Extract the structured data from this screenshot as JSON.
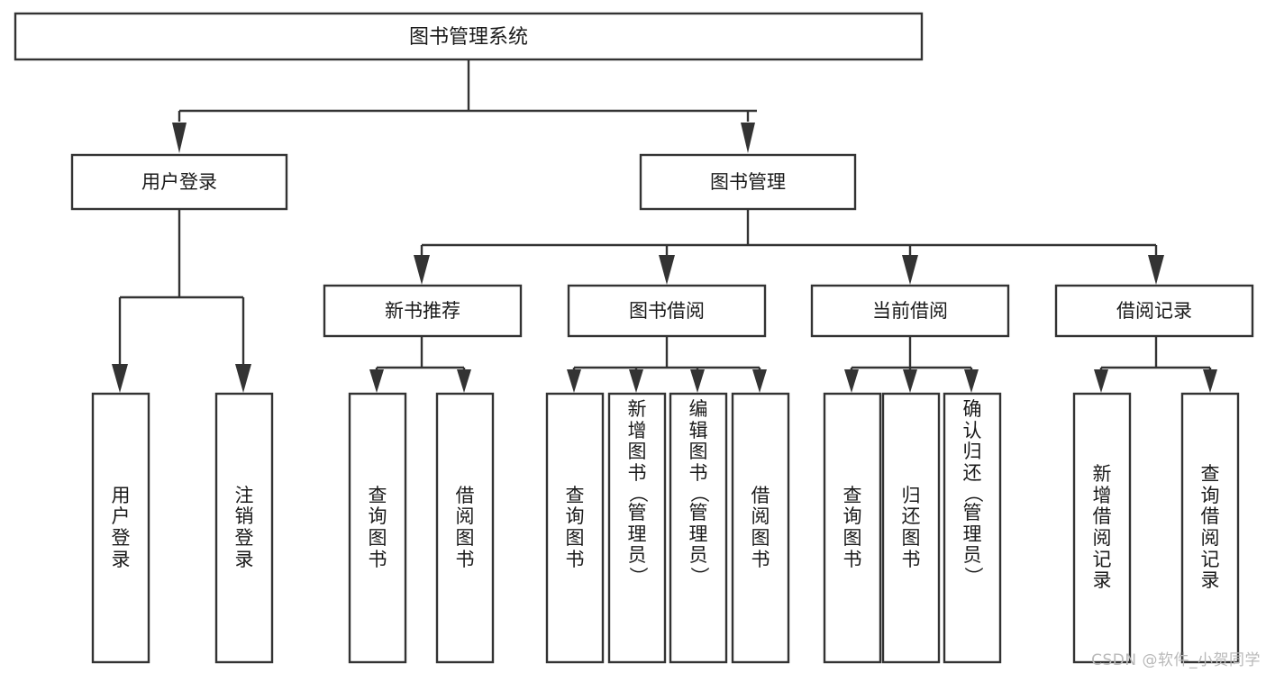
{
  "diagram": {
    "title": "图书管理系统",
    "type": "tree-hierarchy-chart",
    "watermark": "CSDN @软件_小贺同学"
  },
  "nodes": {
    "root": {
      "label": "图书管理系统"
    },
    "level2": [
      {
        "label": "用户登录"
      },
      {
        "label": "图书管理"
      }
    ],
    "level3": [
      {
        "label": "新书推荐"
      },
      {
        "label": "图书借阅"
      },
      {
        "label": "当前借阅"
      },
      {
        "label": "借阅记录"
      }
    ],
    "leaves": {
      "user_login": [
        {
          "label": "用户登录"
        },
        {
          "label": "注销登录"
        }
      ],
      "new_book": [
        {
          "label": "查询图书"
        },
        {
          "label": "借阅图书"
        }
      ],
      "book_borrow": [
        {
          "label": "查询图书"
        },
        {
          "label": "新增图书（管理员）"
        },
        {
          "label": "编辑图书（管理员）"
        },
        {
          "label": "借阅图书"
        }
      ],
      "current_borrow": [
        {
          "label": "查询图书"
        },
        {
          "label": "归还图书"
        },
        {
          "label": "确认归还（管理员）"
        }
      ],
      "borrow_record": [
        {
          "label": "新增借阅记录"
        },
        {
          "label": "查询借阅记录"
        }
      ]
    }
  },
  "chart_data": {
    "type": "table",
    "title": "图书管理系统",
    "xlabel": "",
    "ylabel": "",
    "categories": [
      "用户登录",
      "图书管理"
    ],
    "series": [
      {
        "name": "用户登录",
        "values": [
          "用户登录",
          "注销登录"
        ]
      },
      {
        "name": "新书推荐",
        "values": [
          "查询图书",
          "借阅图书"
        ]
      },
      {
        "name": "图书借阅",
        "values": [
          "查询图书",
          "新增图书（管理员）",
          "编辑图书（管理员）",
          "借阅图书"
        ]
      },
      {
        "name": "当前借阅",
        "values": [
          "查询图书",
          "归还图书",
          "确认归还（管理员）"
        ]
      },
      {
        "name": "借阅记录",
        "values": [
          "新增借阅记录",
          "查询借阅记录"
        ]
      }
    ]
  },
  "colors": {
    "stroke": "#333333",
    "fill": "#ffffff",
    "text": "#1a1a1a",
    "watermark": "#b9b9b9"
  }
}
